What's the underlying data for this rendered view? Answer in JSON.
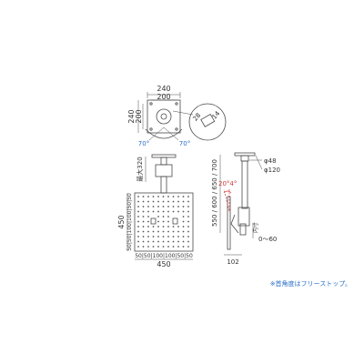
{
  "plate": {
    "width_outer": "240",
    "width_inner": "200",
    "height_outer": "240",
    "height_inner": "200",
    "angle_left": "70°",
    "angle_right": "70°"
  },
  "detail": {
    "dim_a": "28",
    "dim_b": "14"
  },
  "pole": {
    "max_label": "最大320"
  },
  "panel": {
    "height_label": "450",
    "width_label": "450",
    "row_spacing": "50|50|100|100|50|50",
    "col_spacing": "50|50|100|100|50|50"
  },
  "side_view": {
    "pipe_dia": "φ48",
    "base_dia": "φ120",
    "height_options": "550 / 600 / 650 / 700",
    "tilt_angle": "20°4°",
    "depth": "102",
    "inset_label": "内寸",
    "inset_range": "0〜60"
  },
  "footnote": "※首角度はフリーストップ。",
  "colors": {
    "line": "#4a4a4a",
    "accent_red": "#d23a3a",
    "accent_blue": "#2a6fc9"
  }
}
